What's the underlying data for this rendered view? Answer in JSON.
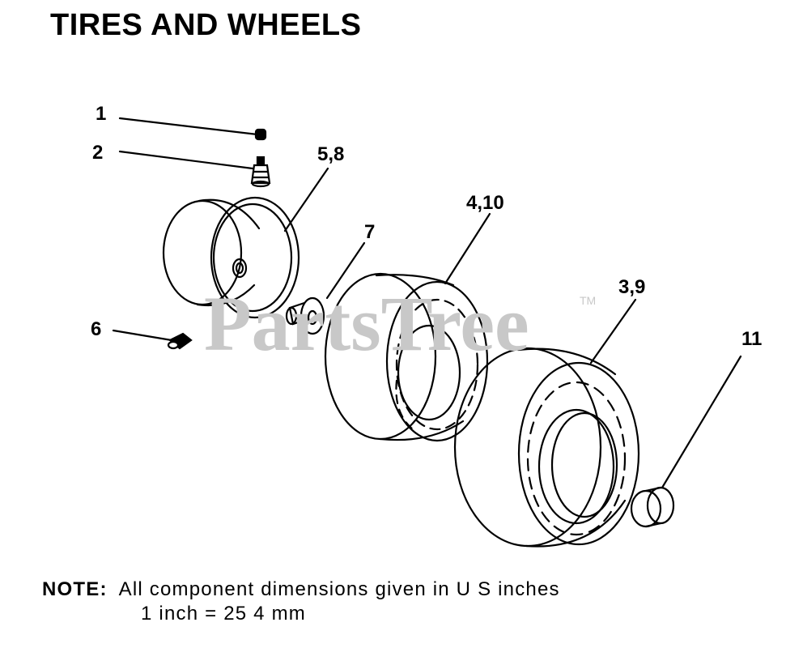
{
  "title": "TIRES AND WHEELS",
  "callouts": {
    "c1": "1",
    "c2": "2",
    "c58": "5,8",
    "c7": "7",
    "c410": "4,10",
    "c39": "3,9",
    "c6": "6",
    "c11": "11"
  },
  "watermark": {
    "text": "PartsTree",
    "tm": "TM"
  },
  "note": {
    "label": "NOTE:",
    "line1": "All component dimensions given in U S  inches",
    "line2": "1 inch = 25 4 mm"
  }
}
